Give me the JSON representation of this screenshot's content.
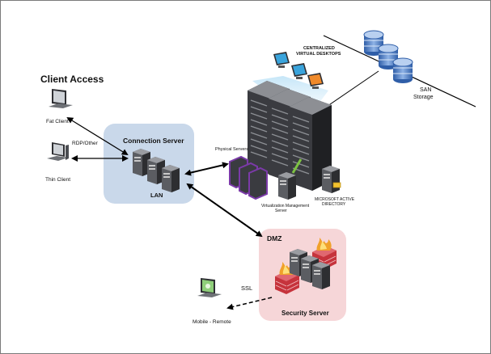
{
  "client_access": {
    "title": "Client Access"
  },
  "clients": {
    "fat_client": "Fat Client",
    "thin_client": "Thin Client",
    "protocol": "RDP/Other"
  },
  "connection_server": {
    "title": "Connection Server",
    "network": "LAN"
  },
  "datacenter": {
    "desktops_line1": "CENTRALIZED",
    "desktops_line2": "VIRTUAL DESKTOPS",
    "physical_servers": "Physical Servers",
    "vm_server_line1": "Virtualization Management",
    "vm_server_line2": "Server",
    "ad_line1": "MICROSOFT ACTIVE",
    "ad_line2": "DIRECTORY",
    "san_line1": "SAN",
    "san_line2": "Storage"
  },
  "dmz": {
    "title": "DMZ",
    "security_server": "Security Server",
    "protocol": "SSL"
  },
  "mobile": {
    "label": "Mobile - Remote"
  },
  "colors": {
    "lan_zone": "#c9d8ea",
    "dmz_zone": "#f6d6d8",
    "server_dark": "#2e2f33",
    "storage_blue": "#3f6fb5",
    "desktop_screen_blue": "#3aa4dc",
    "desktop_screen_orange": "#f08a2a",
    "physical_outline": "#7b3aa8",
    "firewall_red": "#c6333c"
  }
}
